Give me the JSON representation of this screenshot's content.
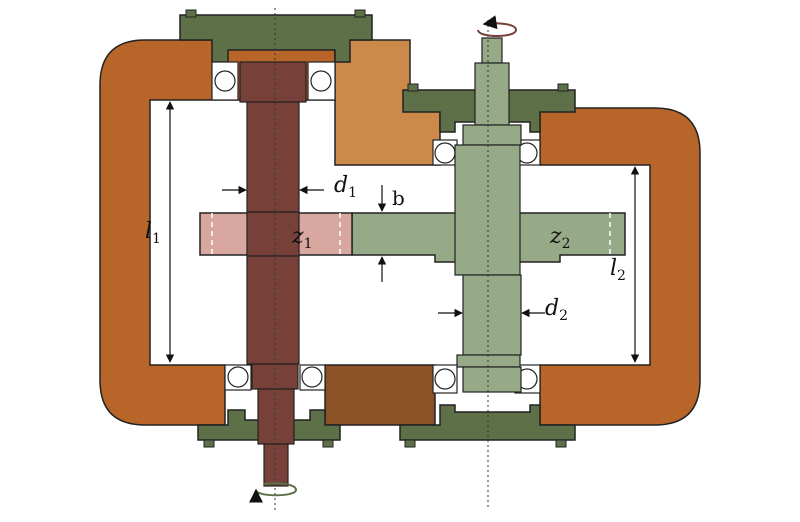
{
  "labels": {
    "d1": {
      "main": "d",
      "sub": "1"
    },
    "d2": {
      "main": "d",
      "sub": "2"
    },
    "l1": {
      "main": "l",
      "sub": "1"
    },
    "l2": {
      "main": "l",
      "sub": "2"
    },
    "z1": {
      "main": "z",
      "sub": "1"
    },
    "z2": {
      "main": "z",
      "sub": "2"
    },
    "b": "b"
  },
  "colors": {
    "housing_orange": "#b8652a",
    "housing_light": "#cc8a4a",
    "housing_dark": "#8b5228",
    "bearing_green": "#5d7048",
    "shaft1": "#774038",
    "gear1": "#d8a8a0",
    "shaft2": "#96aa88",
    "outline": "#222222"
  }
}
